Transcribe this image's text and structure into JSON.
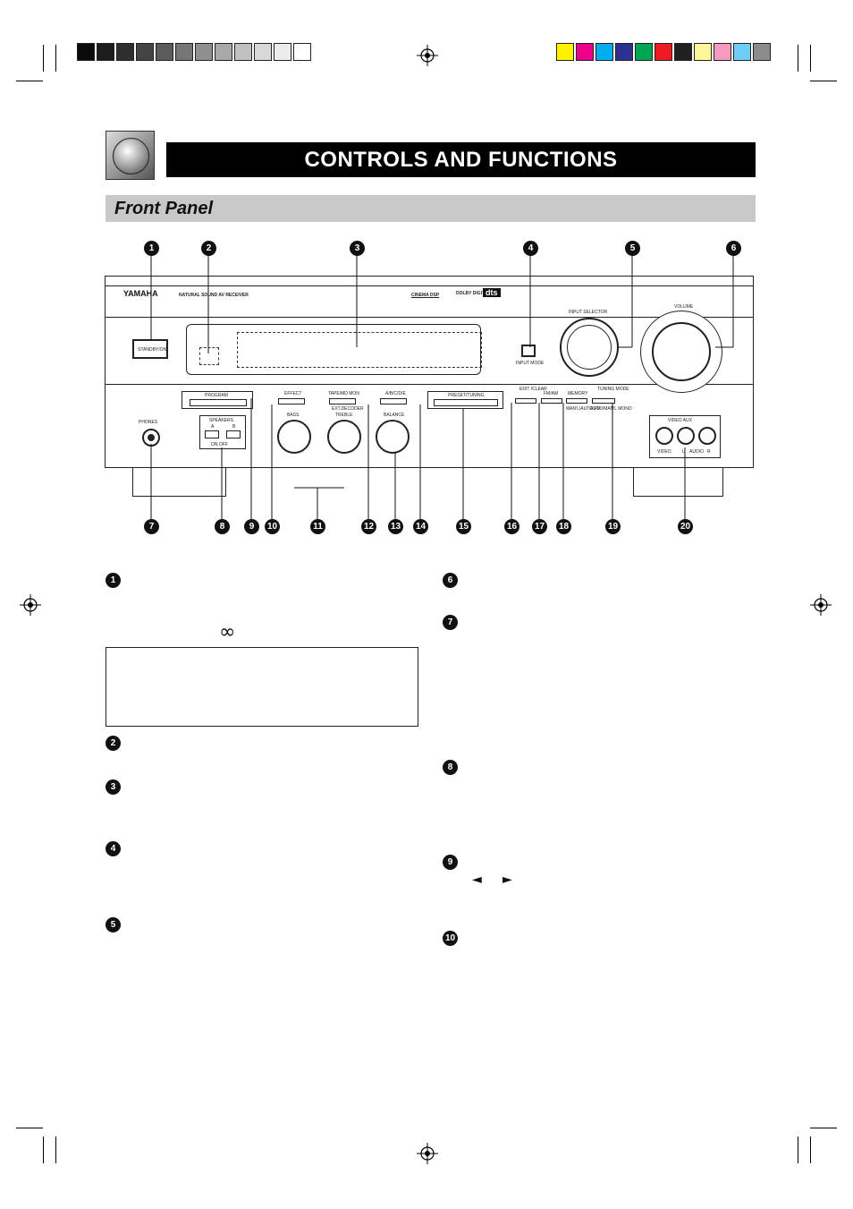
{
  "header": {
    "title": "CONTROLS AND FUNCTIONS",
    "section_title": "Front Panel"
  },
  "colors": {
    "title_bar": "#000000",
    "section_bar": "#c8c8c8",
    "grayscale_bar": [
      "#0a0a0a",
      "#1c1c1c",
      "#2e2e2e",
      "#444444",
      "#5c5c5c",
      "#767676",
      "#8f8f8f",
      "#a8a8a8",
      "#c1c1c1",
      "#d8d8d8",
      "#ececec",
      "#ffffff"
    ],
    "color_bar": [
      "#fff200",
      "#ec008c",
      "#00aeef",
      "#2e3192",
      "#00a651",
      "#ed1c24",
      "#231f20",
      "#fff799",
      "#f49ac1",
      "#6dcff6",
      "#8c8c8c"
    ]
  },
  "panel": {
    "brand": "YAMAHA",
    "model_text": "NATURAL  SOUND  AV RECEIVER",
    "cinema_dsp": "CINEMA DSP",
    "dolby": "DOLBY DIGITAL",
    "dts": "dts",
    "standby_label": "STANDBY/ON",
    "input_selector_label": "INPUT SELECTOR",
    "volume_label": "VOLUME",
    "input_mode_label": "INPUT MODE",
    "program_label": "PROGRAM",
    "effect_label": "EFFECT",
    "tape_mon_label": "TAPE/MD MON",
    "ext_decoder_label": "EXT.DECODER",
    "a_b_c_d_e_label": "A/B/C/D/E",
    "preset_tuning_label": "PRESET/TUNING",
    "edit_label": "EDIT /CLEAR",
    "fm_am_label": "FM/AM",
    "memory_label": "MEMORY",
    "tuning_mode_label": "TUNING MODE",
    "manual_label": "MAN'L/AUTO FM",
    "auto_label": "AUTO/MAN'L MONO",
    "phones_label": "PHONES",
    "speakers_label": "SPEAKERS",
    "speakers_a": "A",
    "speakers_b": "B",
    "on_off": "ON   OFF",
    "bass_label": "BASS",
    "treble_label": "TREBLE",
    "balance_label": "BALANCE",
    "video_aux_label": "VIDEO AUX",
    "video_jack": "VIDEO",
    "audio_l": "L",
    "audio_label": "AUDIO",
    "audio_r": "R"
  },
  "callouts": [
    "1",
    "2",
    "3",
    "4",
    "5",
    "6",
    "7",
    "8",
    "9",
    "10",
    "11",
    "12",
    "13",
    "14",
    "15",
    "16",
    "17",
    "18",
    "19",
    "20"
  ],
  "body_symbols": {
    "infinity": "∞",
    "left_arrow": "◄",
    "right_arrow": "►"
  }
}
